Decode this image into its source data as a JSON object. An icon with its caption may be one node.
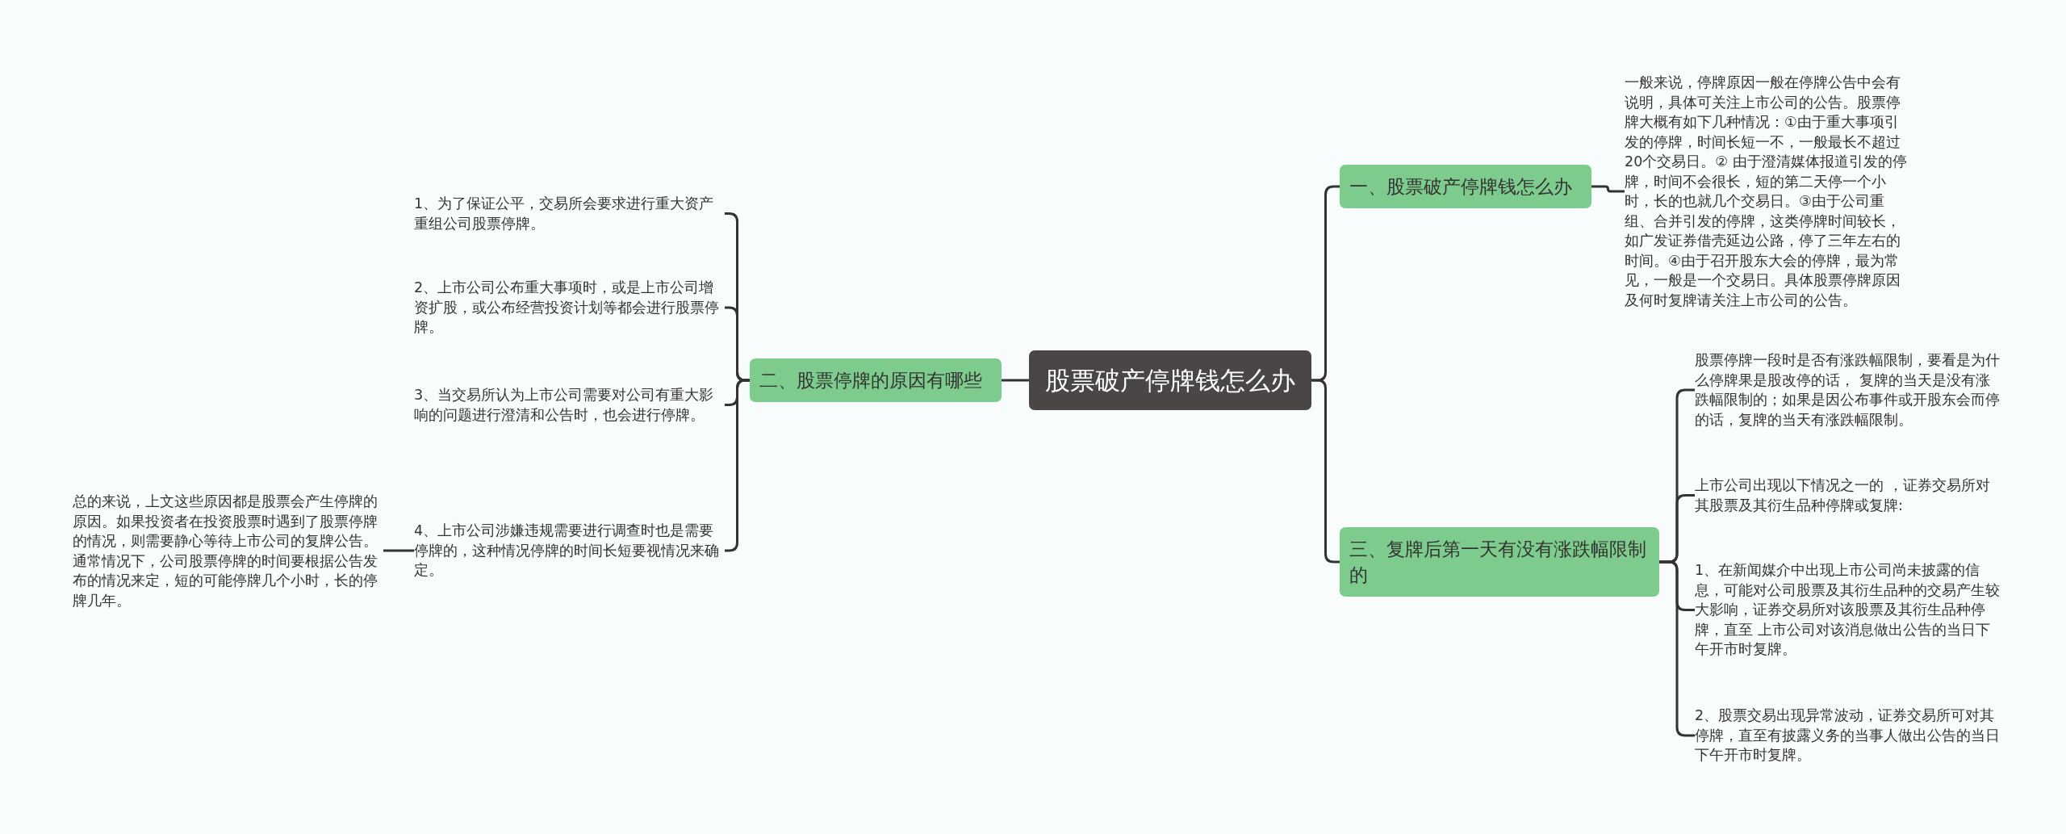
{
  "diagram": {
    "nodes": [
      {
        "text": [
          "股票破产停牌钱怎么办"
        ]
      },
      {
        "text": [
          "二、股票停牌的原因有哪些"
        ]
      },
      {
        "text": [
          "1、为了保证公平，交易所会要求进行重大资产重组公司股票停牌。"
        ]
      },
      {
        "text": [
          "2、上市公司公布重大事项时，或是上市公司增资扩股，或公布经营投资计划等都会进行股票停牌。"
        ]
      },
      {
        "text": [
          "3、当交易所认为上市公司需要对公司有重大影响的问题进行澄清和公告时，也会进行停牌。"
        ]
      },
      {
        "text": [
          "4、上市公司涉嫌违规需要进行调查时也是需要停牌的，这种情况停牌的时间长短要视情况来确定。"
        ]
      },
      {
        "text": [
          "总的来说，上文这些原因都是股票会产生停牌的原因。如果投资者在投资股票时遇到了股票停牌的情况，则需要静心等待上市公司的复牌公告。通常情况下，公司股票停牌的时间要根据公告发布的情况来定，短的可能停牌几个小时，长的停牌几年。"
        ]
      },
      {
        "text": [
          "一、股票破产停牌钱怎么办"
        ]
      },
      {
        "text": [
          "一般来说，停牌原因一般在停牌公告中会有说明，具体可关注上市公司的公告。股票停牌大概有如下几种情况：①由于重大事项引发的停牌，时间长短一不，一般最长不超过20个交易日。② 由于澄清媒体报道引发的停牌，时间不会很长，短的第二天停一个小时，长的也就几个交易日。③由于公司重组、合并引发的停牌，这类停牌时间较长，如广发证券借壳延边公路，停了三年左右的时间。④由于召开股东大会的停牌，最为常见，一般是一个交易日。具体股票停牌原因及何时复牌请关注上市公司的公告。"
        ]
      },
      {
        "text": [
          "三、复牌后第一天有没有涨跌幅限制的"
        ]
      },
      {
        "text": [
          "股票停牌一段时是否有涨跌幅限制，要看是为什么停牌果是股改停的话， 复牌的当天是没有涨跌幅限制的；如果是因公布事件或开股东会而停的话，复牌的当天有涨跌幅限制。"
        ]
      },
      {
        "text": [
          "上市公司出现以下情况之一的 ，证券交易所对其股票及其衍生品种停牌或复牌:"
        ]
      },
      {
        "text": [
          "1、在新闻媒介中出现上市公司尚未披露的信息，可能对公司股票及其衍生品种的交易产生较大影响，证券交易所对该股票及其衍生品种停牌，直至 上市公司对该消息做出公告的当日下午开市时复牌。"
        ]
      },
      {
        "text": [
          "2、股票交易出现异常波动，证券交易所可对其停牌，直至有披露义务的当事人做出公告的当日下午开市时复牌。"
        ]
      }
    ],
    "edges": [
      {
        "from": 0,
        "to": 1,
        "arrow": "none"
      },
      {
        "from": 1,
        "to": 2,
        "arrow": "none"
      },
      {
        "from": 1,
        "to": 3,
        "arrow": "none"
      },
      {
        "from": 1,
        "to": 4,
        "arrow": "none"
      },
      {
        "from": 1,
        "to": 5,
        "arrow": "none"
      },
      {
        "from": 5,
        "to": 6,
        "arrow": "none"
      },
      {
        "from": 0,
        "to": 7,
        "arrow": "none"
      },
      {
        "from": 7,
        "to": 8,
        "arrow": "none"
      },
      {
        "from": 0,
        "to": 9,
        "arrow": "none"
      },
      {
        "from": 9,
        "to": 10,
        "arrow": "none"
      },
      {
        "from": 9,
        "to": 11,
        "arrow": "none"
      },
      {
        "from": 9,
        "to": 12,
        "arrow": "none"
      },
      {
        "from": 9,
        "to": 13,
        "arrow": "none"
      }
    ]
  }
}
